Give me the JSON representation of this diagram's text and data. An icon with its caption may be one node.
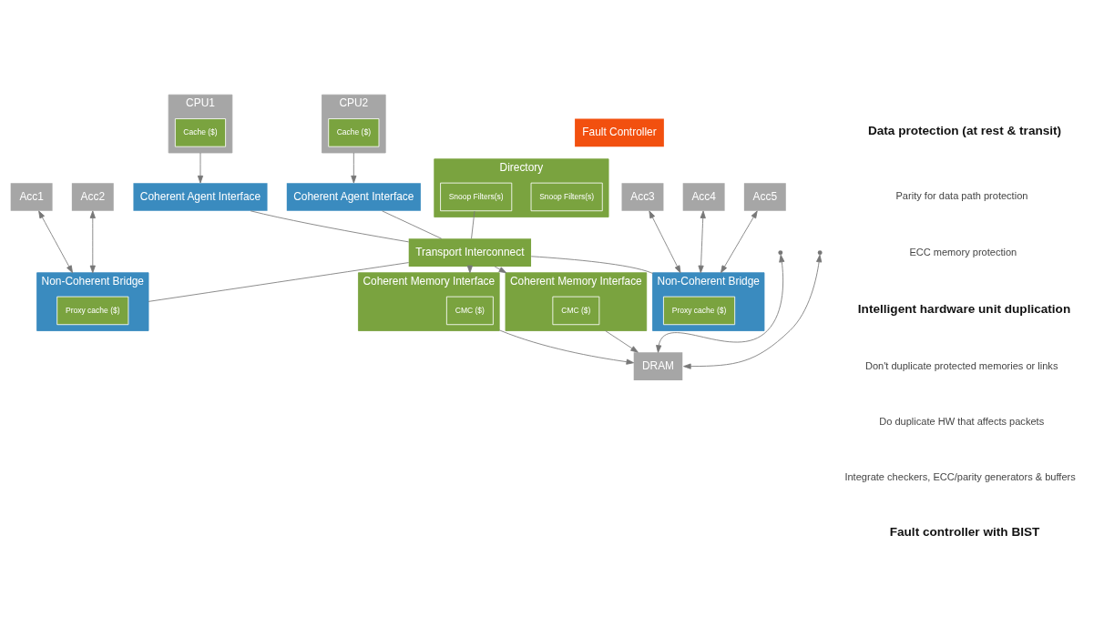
{
  "diagram": {
    "nodes": [
      {
        "text": [
          "CPU1"
        ]
      },
      {
        "text": [
          "Cache ($)"
        ],
        "in": 0
      },
      {
        "text": [
          "CPU2"
        ]
      },
      {
        "text": [
          "Cache ($)"
        ],
        "in": 2
      },
      {
        "text": [
          "Acc1"
        ]
      },
      {
        "text": [
          "Acc2"
        ]
      },
      {
        "text": [
          "Acc3"
        ]
      },
      {
        "text": [
          "Acc4"
        ]
      },
      {
        "text": [
          "Acc5"
        ]
      },
      {
        "text": [
          "Fault Controller"
        ]
      },
      {
        "text": [
          "Coherent Agent Interface"
        ]
      },
      {
        "text": [
          "Coherent Agent Interface"
        ]
      },
      {
        "text": [
          "Directory"
        ]
      },
      {
        "text": [
          "Snoop Filters(s)"
        ],
        "in": 12
      },
      {
        "text": [
          "Snoop Filters(s)"
        ],
        "in": 12
      },
      {
        "text": [
          "Non-Coherent Bridge"
        ]
      },
      {
        "text": [
          "Proxy cache ($)"
        ],
        "in": 15
      },
      {
        "text": [
          "Transport Interconnect"
        ]
      },
      {
        "text": [
          "Non-Coherent Bridge"
        ]
      },
      {
        "text": [
          "Proxy cache ($)"
        ],
        "in": 18
      },
      {
        "text": [
          "Coherent Memory Interface"
        ]
      },
      {
        "text": [
          "CMC ($)"
        ],
        "in": 20
      },
      {
        "text": [
          "Coherent Memory Interface"
        ]
      },
      {
        "text": [
          "CMC ($)"
        ],
        "in": 22
      },
      {
        "text": [
          "DRAM"
        ]
      }
    ],
    "edges": [
      {
        "from": 0,
        "to": 10,
        "arrow": "to"
      },
      {
        "from": 2,
        "to": 11,
        "arrow": "to"
      },
      {
        "from": 4,
        "to": 15,
        "arrow": "both"
      },
      {
        "from": 5,
        "to": 15,
        "arrow": "both"
      },
      {
        "from": 6,
        "to": 18,
        "arrow": "both"
      },
      {
        "from": 7,
        "to": 18,
        "arrow": "both"
      },
      {
        "from": 8,
        "to": 18,
        "arrow": "both"
      },
      {
        "from": 10,
        "to": 17,
        "arrow": "none"
      },
      {
        "from": 11,
        "to": 17,
        "arrow": "none"
      },
      {
        "from": 14,
        "to": 17,
        "arrow": "none"
      },
      {
        "from": 17,
        "to": 15,
        "arrow": "none"
      },
      {
        "from": 17,
        "to": 18,
        "arrow": "none"
      },
      {
        "from": 17,
        "to": 20,
        "arrow": "to"
      },
      {
        "from": 17,
        "to": 22,
        "arrow": "to"
      },
      {
        "from": 20,
        "to": 24,
        "arrow": "to"
      },
      {
        "from": 22,
        "to": 24,
        "arrow": "to"
      },
      {
        "from": null,
        "to": 24,
        "arrow": "both"
      },
      {
        "from": null,
        "to": 24,
        "arrow": "both"
      }
    ],
    "labels": [
      "Data protection (at rest & transit)",
      "Parity for data path protection",
      "ECC memory protection",
      "Intelligent hardware unit duplication",
      "Don't duplicate protected memories or links",
      "Do duplicate HW that affects packets",
      "Integrate checkers, ECC/parity generators & buffers",
      "Fault controller with BIST"
    ]
  }
}
